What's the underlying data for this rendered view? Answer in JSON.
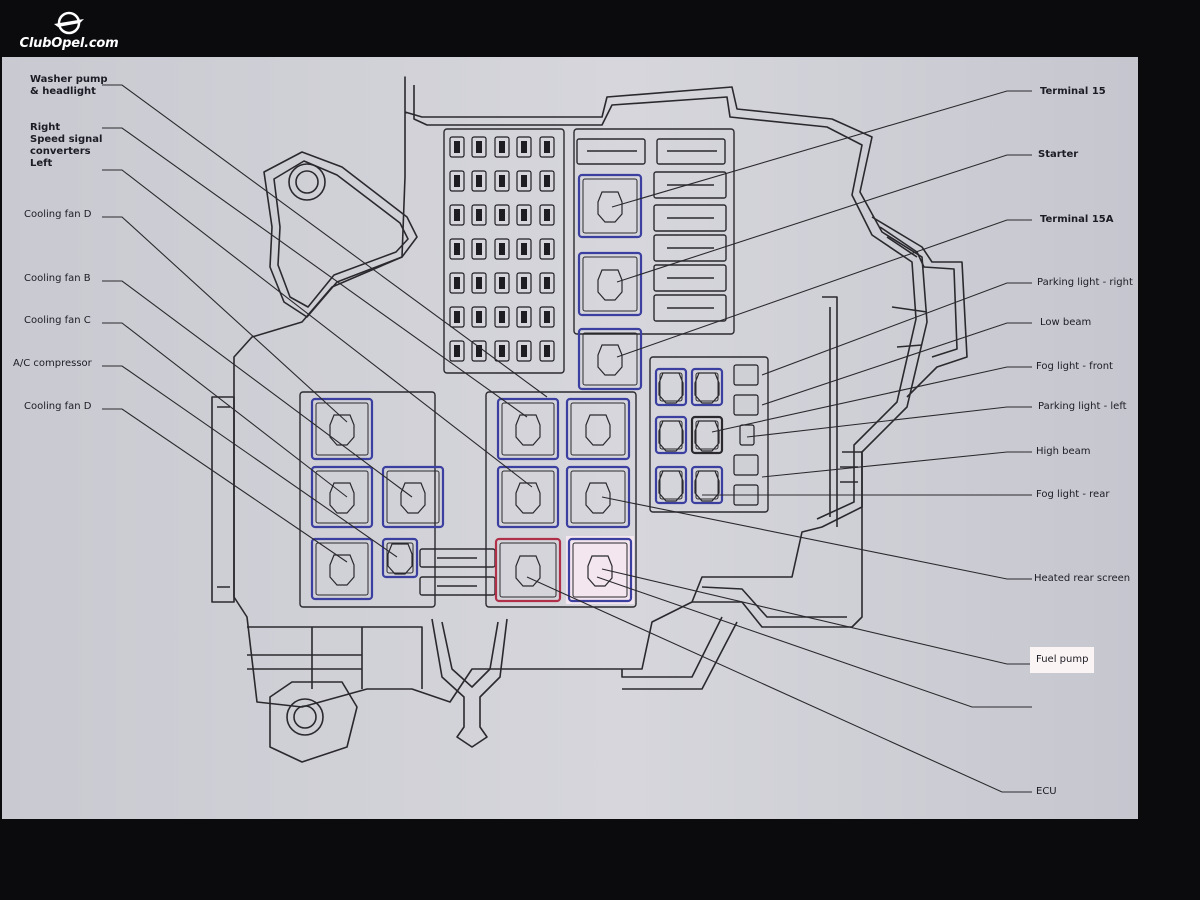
{
  "watermark": {
    "text": "ClubOpel.com"
  },
  "diagram": {
    "labels_left": [
      {
        "id": "washer",
        "text": "Washer pump\n& headlight"
      },
      {
        "id": "speed",
        "text": "Right\nSpeed signal\nconverters\nLeft"
      },
      {
        "id": "cfd1",
        "text": "Cooling fan D"
      },
      {
        "id": "cfb",
        "text": "Cooling fan B"
      },
      {
        "id": "cfc",
        "text": "Cooling fan C"
      },
      {
        "id": "ac",
        "text": "A/C compressor"
      },
      {
        "id": "cfd2",
        "text": "Cooling fan D"
      }
    ],
    "labels_right": [
      {
        "id": "t15",
        "text": "Terminal 15"
      },
      {
        "id": "starter",
        "text": "Starter"
      },
      {
        "id": "t15a",
        "text": "Terminal 15A"
      },
      {
        "id": "plr",
        "text": "Parking light - right"
      },
      {
        "id": "low",
        "text": "Low beam"
      },
      {
        "id": "fogf",
        "text": "Fog light - front"
      },
      {
        "id": "pll",
        "text": "Parking light - left"
      },
      {
        "id": "high",
        "text": "High beam"
      },
      {
        "id": "fogr",
        "text": "Fog light - rear"
      },
      {
        "id": "heated",
        "text": "Heated rear screen"
      },
      {
        "id": "fuel",
        "text": "Fuel pump"
      },
      {
        "id": "ecu",
        "text": "ECU"
      }
    ],
    "colors": {
      "outline": "#2a2a2e",
      "relay": "#3b3fa0",
      "highlight_red": "#b0304a",
      "highlight_pink": "#f3e6ee"
    }
  }
}
